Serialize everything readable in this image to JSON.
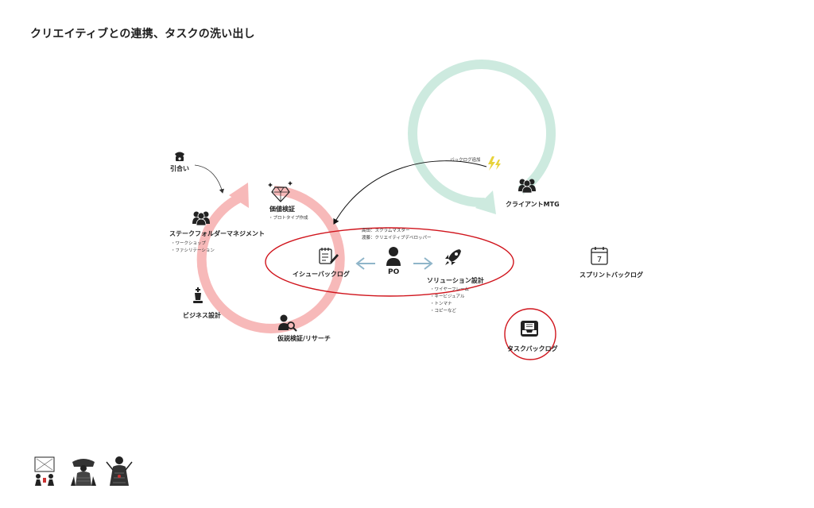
{
  "title": "クリエイティブとの連携、タスクの洗い出し",
  "left_loop": {
    "intro": "引合い",
    "value": "価値検証",
    "value_items": [
      "プロトタイプ作成"
    ],
    "stakeholder": "ステークフォルダーマネジメント",
    "stakeholder_items": [
      "ワークショップ",
      "ファシリテーション"
    ],
    "business": "ビジネス設計",
    "hypothesis": "仮説検証/リサーチ",
    "issue_backlog": "イシューバックログ",
    "color": "#f7b9b9"
  },
  "center": {
    "po": "PO",
    "roles": [
      "高田：スクラムマスター",
      "渡藤：クリエイティブデベロッパー"
    ]
  },
  "right_loop": {
    "add_backlog": "バックログ追加",
    "client_mtg": "クライアントMTG",
    "sprint_backlog": "スプリントバックログ",
    "task_backlog": "タスクバックログ",
    "solution": "ソリューション設計",
    "solution_items": [
      "ワイヤーフレーム",
      "キービジュアル",
      "トンマナ",
      "コピーなど"
    ],
    "calendar_day": "7",
    "color": "#cdeadf"
  },
  "accent_colors": {
    "highlight": "#d0141c",
    "arrow": "#8fb5c9"
  }
}
